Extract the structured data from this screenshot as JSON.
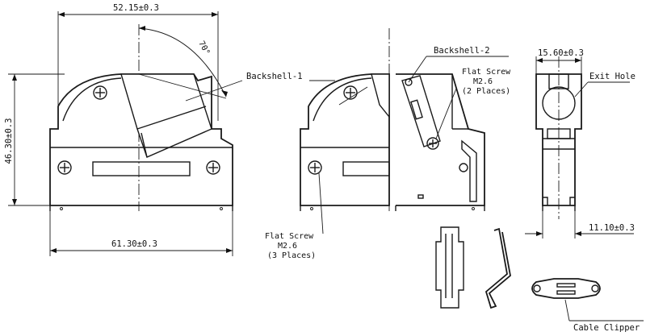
{
  "dimensions": {
    "top_width": "52.15±0.3",
    "angle": "70°",
    "height": "46.30±0.3",
    "bottom_width": "61.30±0.3",
    "side_width": "15.60±0.3",
    "side_bottom": "11.10±0.3"
  },
  "labels": {
    "backshell_1": "Backshell-1",
    "backshell_2": "Backshell-2",
    "flat_screw_2_l1": "Flat Screw",
    "flat_screw_2_l2": "M2.6",
    "flat_screw_2_l3": "(2 Places)",
    "flat_screw_3_l1": "Flat Screw",
    "flat_screw_3_l2": "M2.6",
    "flat_screw_3_l3": "(3 Places)",
    "exit_hole": "Exit Hole",
    "cable_clipper": "Cable Clipper"
  }
}
